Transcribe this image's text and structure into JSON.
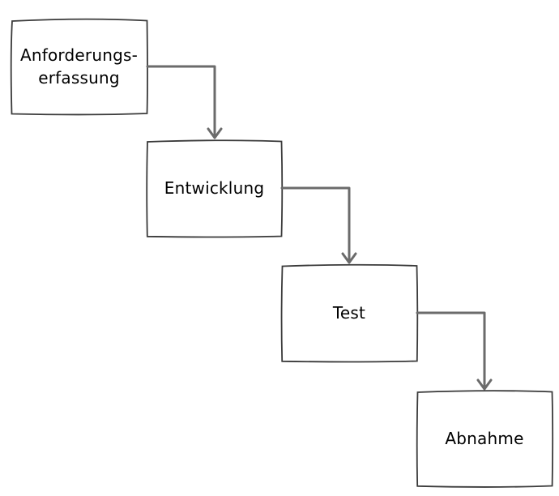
{
  "diagram": {
    "type": "flowchart",
    "style": "hand-drawn waterfall / staircase process",
    "language": "de",
    "boxes": [
      {
        "id": "anforderungserfassung",
        "label": "Anforderungs-\nerfassung"
      },
      {
        "id": "entwicklung",
        "label": "Entwicklung"
      },
      {
        "id": "test",
        "label": "Test"
      },
      {
        "id": "abnahme",
        "label": "Abnahme"
      }
    ],
    "connections": [
      {
        "from": "Anforderungs-erfassung",
        "to": "Entwicklung",
        "style": "elbow arrow, right-middle out, top-center in"
      },
      {
        "from": "Entwicklung",
        "to": "Test",
        "style": "elbow arrow, right-middle out, top-center in"
      },
      {
        "from": "Test",
        "to": "Abnahme",
        "style": "elbow arrow, right-middle out, top-center in"
      }
    ],
    "colors": {
      "background": "#ffffff",
      "box_fill": "#ffffff",
      "box_border": "#3a3a3a",
      "arrow": "#6b6b6b",
      "text": "#000000"
    }
  }
}
